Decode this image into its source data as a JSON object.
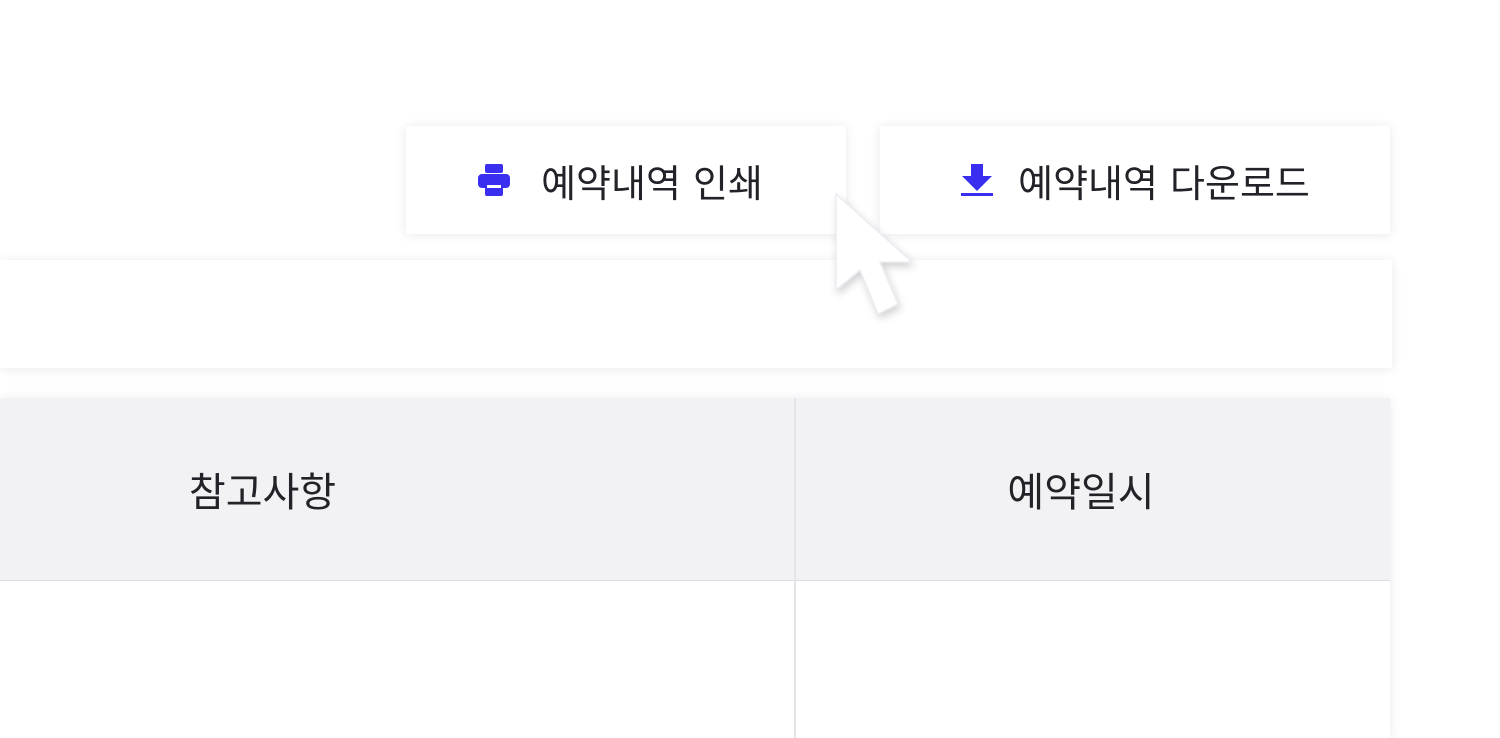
{
  "toolbar": {
    "print_label": "예약내역 인쇄",
    "download_label": "예약내역 다운로드",
    "print_icon": "printer-icon",
    "download_icon": "download-icon"
  },
  "table": {
    "columns": [
      "참고사항",
      "예약일시"
    ]
  },
  "colors": {
    "accent": "#3a2ff0",
    "header_bg": "#f2f2f5",
    "text": "#222228"
  }
}
